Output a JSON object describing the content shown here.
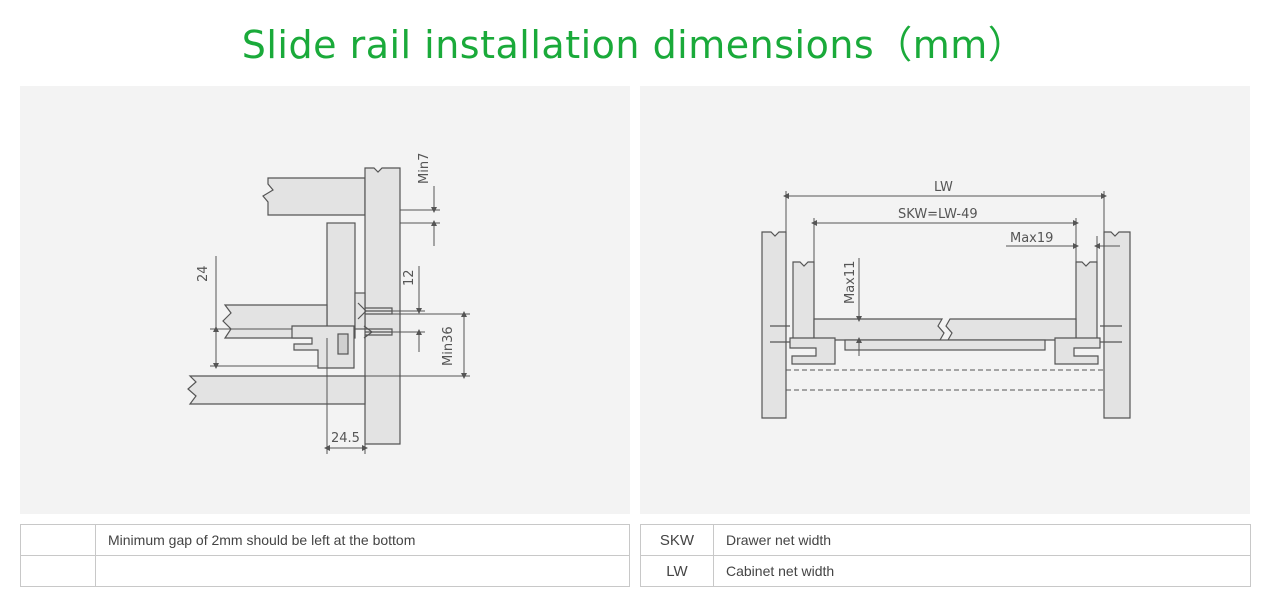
{
  "title": "Slide rail installation dimensions（mm）",
  "left_diagram": {
    "min7": "Min7",
    "h24": "24",
    "h12": "12",
    "min36": "Min36",
    "w245": "24.5"
  },
  "right_diagram": {
    "lw": "LW",
    "skw": "SKW=LW-49",
    "max19": "Max19",
    "max11": "Max11"
  },
  "left_table": {
    "rows": [
      {
        "key": "",
        "value": "Minimum gap of 2mm should be left at the bottom"
      },
      {
        "key": "",
        "value": ""
      }
    ]
  },
  "right_table": {
    "rows": [
      {
        "key": "SKW",
        "value": "Drawer net width"
      },
      {
        "key": "LW",
        "value": "Cabinet net width"
      }
    ]
  },
  "colors": {
    "title": "#1aaa3a",
    "panel": "#f3f3f3",
    "part_fill": "#e3e3e3",
    "stroke": "#555555"
  }
}
